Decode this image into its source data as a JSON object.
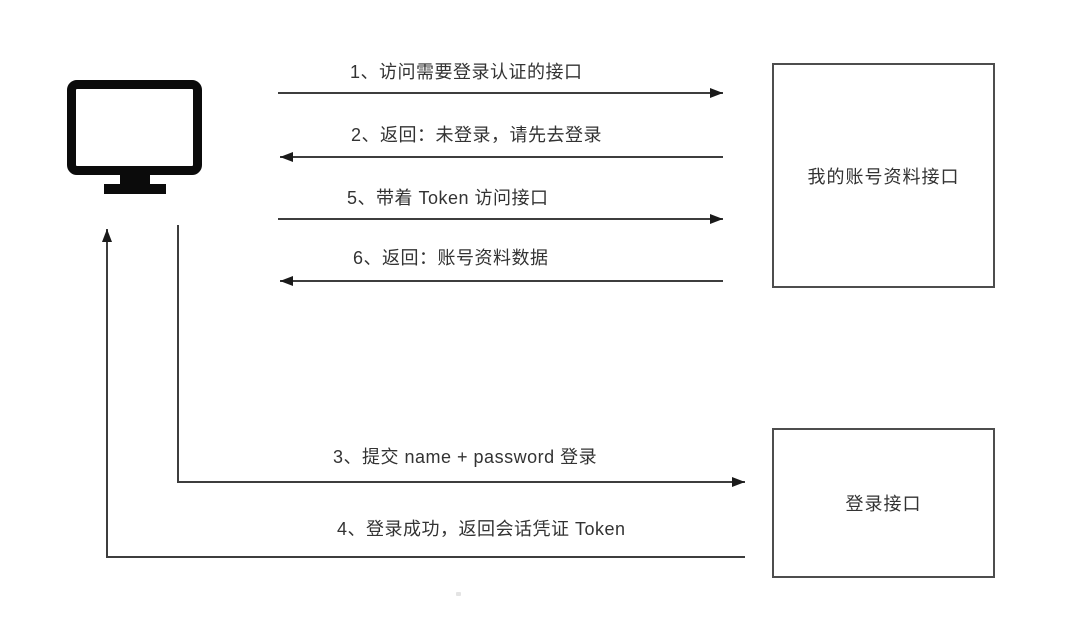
{
  "diagram": {
    "kind": "sequence-flow",
    "colors": {
      "background": "#ffffff",
      "line": "#3d3d3d",
      "arrowhead": "#1a1a1a",
      "box_border": "#4d4d4d",
      "text": "#333333",
      "icon": "#0b0b0b"
    },
    "client": {
      "icon": "computer-monitor-icon"
    },
    "nodes": [
      {
        "id": "profile-api",
        "label": "我的账号资料接口"
      },
      {
        "id": "login-api",
        "label": "登录接口"
      }
    ],
    "messages": [
      {
        "seq": "1",
        "label": "1、访问需要登录认证的接口",
        "direction": "right",
        "from": "client",
        "to": "profile-api"
      },
      {
        "seq": "2",
        "label": "2、返回：未登录，请先去登录",
        "direction": "left",
        "from": "profile-api",
        "to": "client"
      },
      {
        "seq": "5",
        "label": "5、带着 Token 访问接口",
        "direction": "right",
        "from": "client",
        "to": "profile-api"
      },
      {
        "seq": "6",
        "label": "6、返回：账号资料数据",
        "direction": "left",
        "from": "profile-api",
        "to": "client"
      },
      {
        "seq": "3",
        "label": "3、提交 name + password 登录",
        "direction": "right",
        "from": "client",
        "to": "login-api"
      },
      {
        "seq": "4",
        "label": "4、登录成功，返回会话凭证 Token",
        "direction": "left",
        "from": "login-api",
        "to": "client"
      }
    ]
  }
}
